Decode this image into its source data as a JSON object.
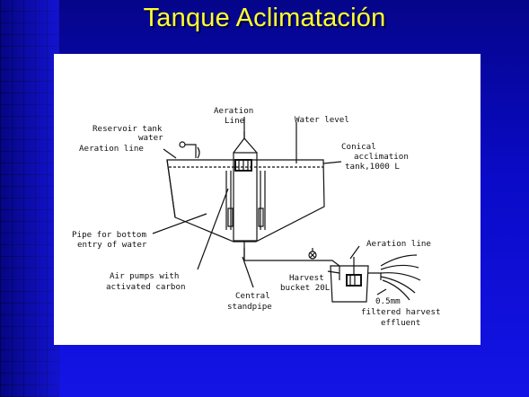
{
  "slide": {
    "title": "Tanque Aclimatación"
  },
  "diagram": {
    "labels": {
      "aeration_line_top_1": "Aeration",
      "aeration_line_top_2": "Line",
      "water_level": "Water level",
      "reservoir_1": "Reservoir tank",
      "reservoir_2": "water",
      "aeration_line_left": "Aeration line",
      "conical_1": "Conical",
      "conical_2": "acclimation",
      "conical_3": "tank,1000 L",
      "pipe_bottom_1": "Pipe for bottom",
      "pipe_bottom_2": "entry of water",
      "aeration_line_right": "Aeration line",
      "air_pumps_1": "Air pumps with",
      "air_pumps_2": "activated carbon",
      "harvest_1": "Harvest",
      "harvest_2": "bucket 20L",
      "central_1": "Central",
      "central_2": "standpipe",
      "filtered_1": "0.5mm",
      "filtered_2": "filtered harvest",
      "filtered_3": "effluent"
    }
  }
}
